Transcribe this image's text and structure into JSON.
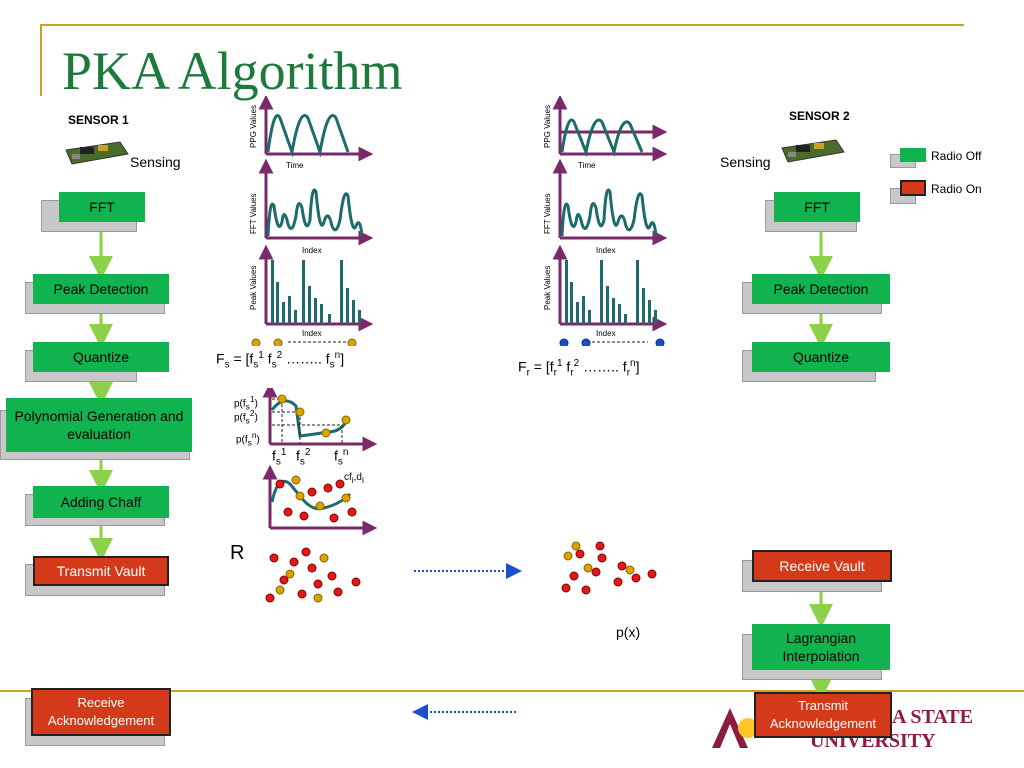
{
  "title": "PKA Algorithm",
  "sensor1": {
    "label": "SENSOR 1",
    "sensing": "Sensing"
  },
  "sensor2": {
    "label": "SENSOR 2",
    "sensing": "Sensing"
  },
  "legend": {
    "off": "Radio Off",
    "on": "Radio On",
    "off_color": "#11b34f",
    "on_color": "#d43a1a"
  },
  "left_flow": {
    "fft": "FFT",
    "peak": "Peak Detection",
    "quantize": "Quantize",
    "poly": "Polynomial Generation and evaluation",
    "chaff": "Adding Chaff",
    "transmit": "Transmit Vault",
    "receive_ack": "Receive Acknowledgement"
  },
  "right_flow": {
    "fft": "FFT",
    "peak": "Peak Detection",
    "quantize": "Quantize",
    "receive": "Receive Vault",
    "lagrange": "Lagrangian Interpolation",
    "transmit_ack": "Transmit Acknowledgement"
  },
  "graphs": {
    "ppg_y": "PPG Values",
    "time": "Time",
    "fft_y": "FFT Values",
    "index": "Index",
    "peak_y": "Peak Values"
  },
  "features": {
    "fs_prefix": "F",
    "fs_sub": "s",
    "fr_sub": "r",
    "dots": "……..",
    "poly_labels": [
      "p(f",
      "1",
      ")",
      "p(f",
      "2",
      ")",
      "p(f",
      "n",
      ")"
    ],
    "cfdi": "cf",
    "r_label": "R",
    "px_label": "p(x)"
  },
  "logo": {
    "left": "A",
    "right_top": "A STATE",
    "right_bottom": "UNIVERSITY"
  }
}
